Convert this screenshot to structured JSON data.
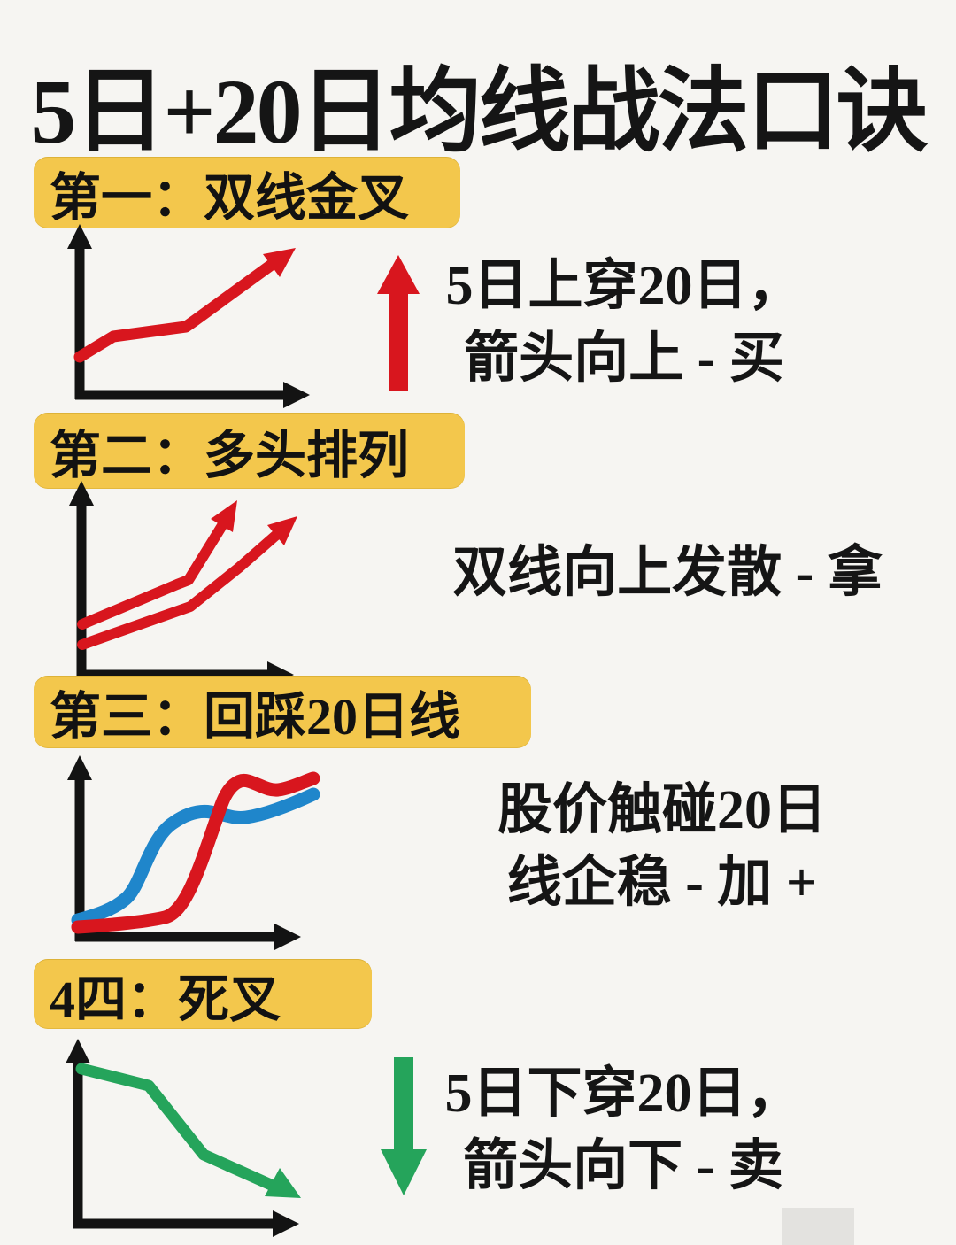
{
  "page": {
    "title": "5日+20日均线战法口诀"
  },
  "colors": {
    "highlight_yellow": "#f3c74c",
    "line_red": "#d8161e",
    "line_blue": "#1f86cb",
    "line_green": "#25a45b",
    "axis_black": "#131313",
    "text_black": "#151515",
    "page_bg": "#f6f5f2"
  },
  "sections": [
    {
      "heading": "第一：双线金叉",
      "chart": "red-line-rising-with-arrow",
      "signal_arrow": "red-up-arrow",
      "note_line1": "5日上穿20日，",
      "note_line2": "箭头向上 - 买"
    },
    {
      "heading": "第二：多头排列",
      "chart": "two-red-lines-rising-diverging",
      "note_line1": "双线向上发散 - 拿"
    },
    {
      "heading": "第三：回踩20日线",
      "chart": "red-price-curve-pullback-to-blue-ma-line",
      "note_line1": "股价触碰20日",
      "note_line2": "线企稳 - 加 +"
    },
    {
      "heading": "4四：死叉",
      "chart": "green-line-falling-with-arrow",
      "signal_arrow": "green-down-arrow",
      "note_line1": "5日下穿20日，",
      "note_line2": "箭头向下 - 卖"
    }
  ]
}
